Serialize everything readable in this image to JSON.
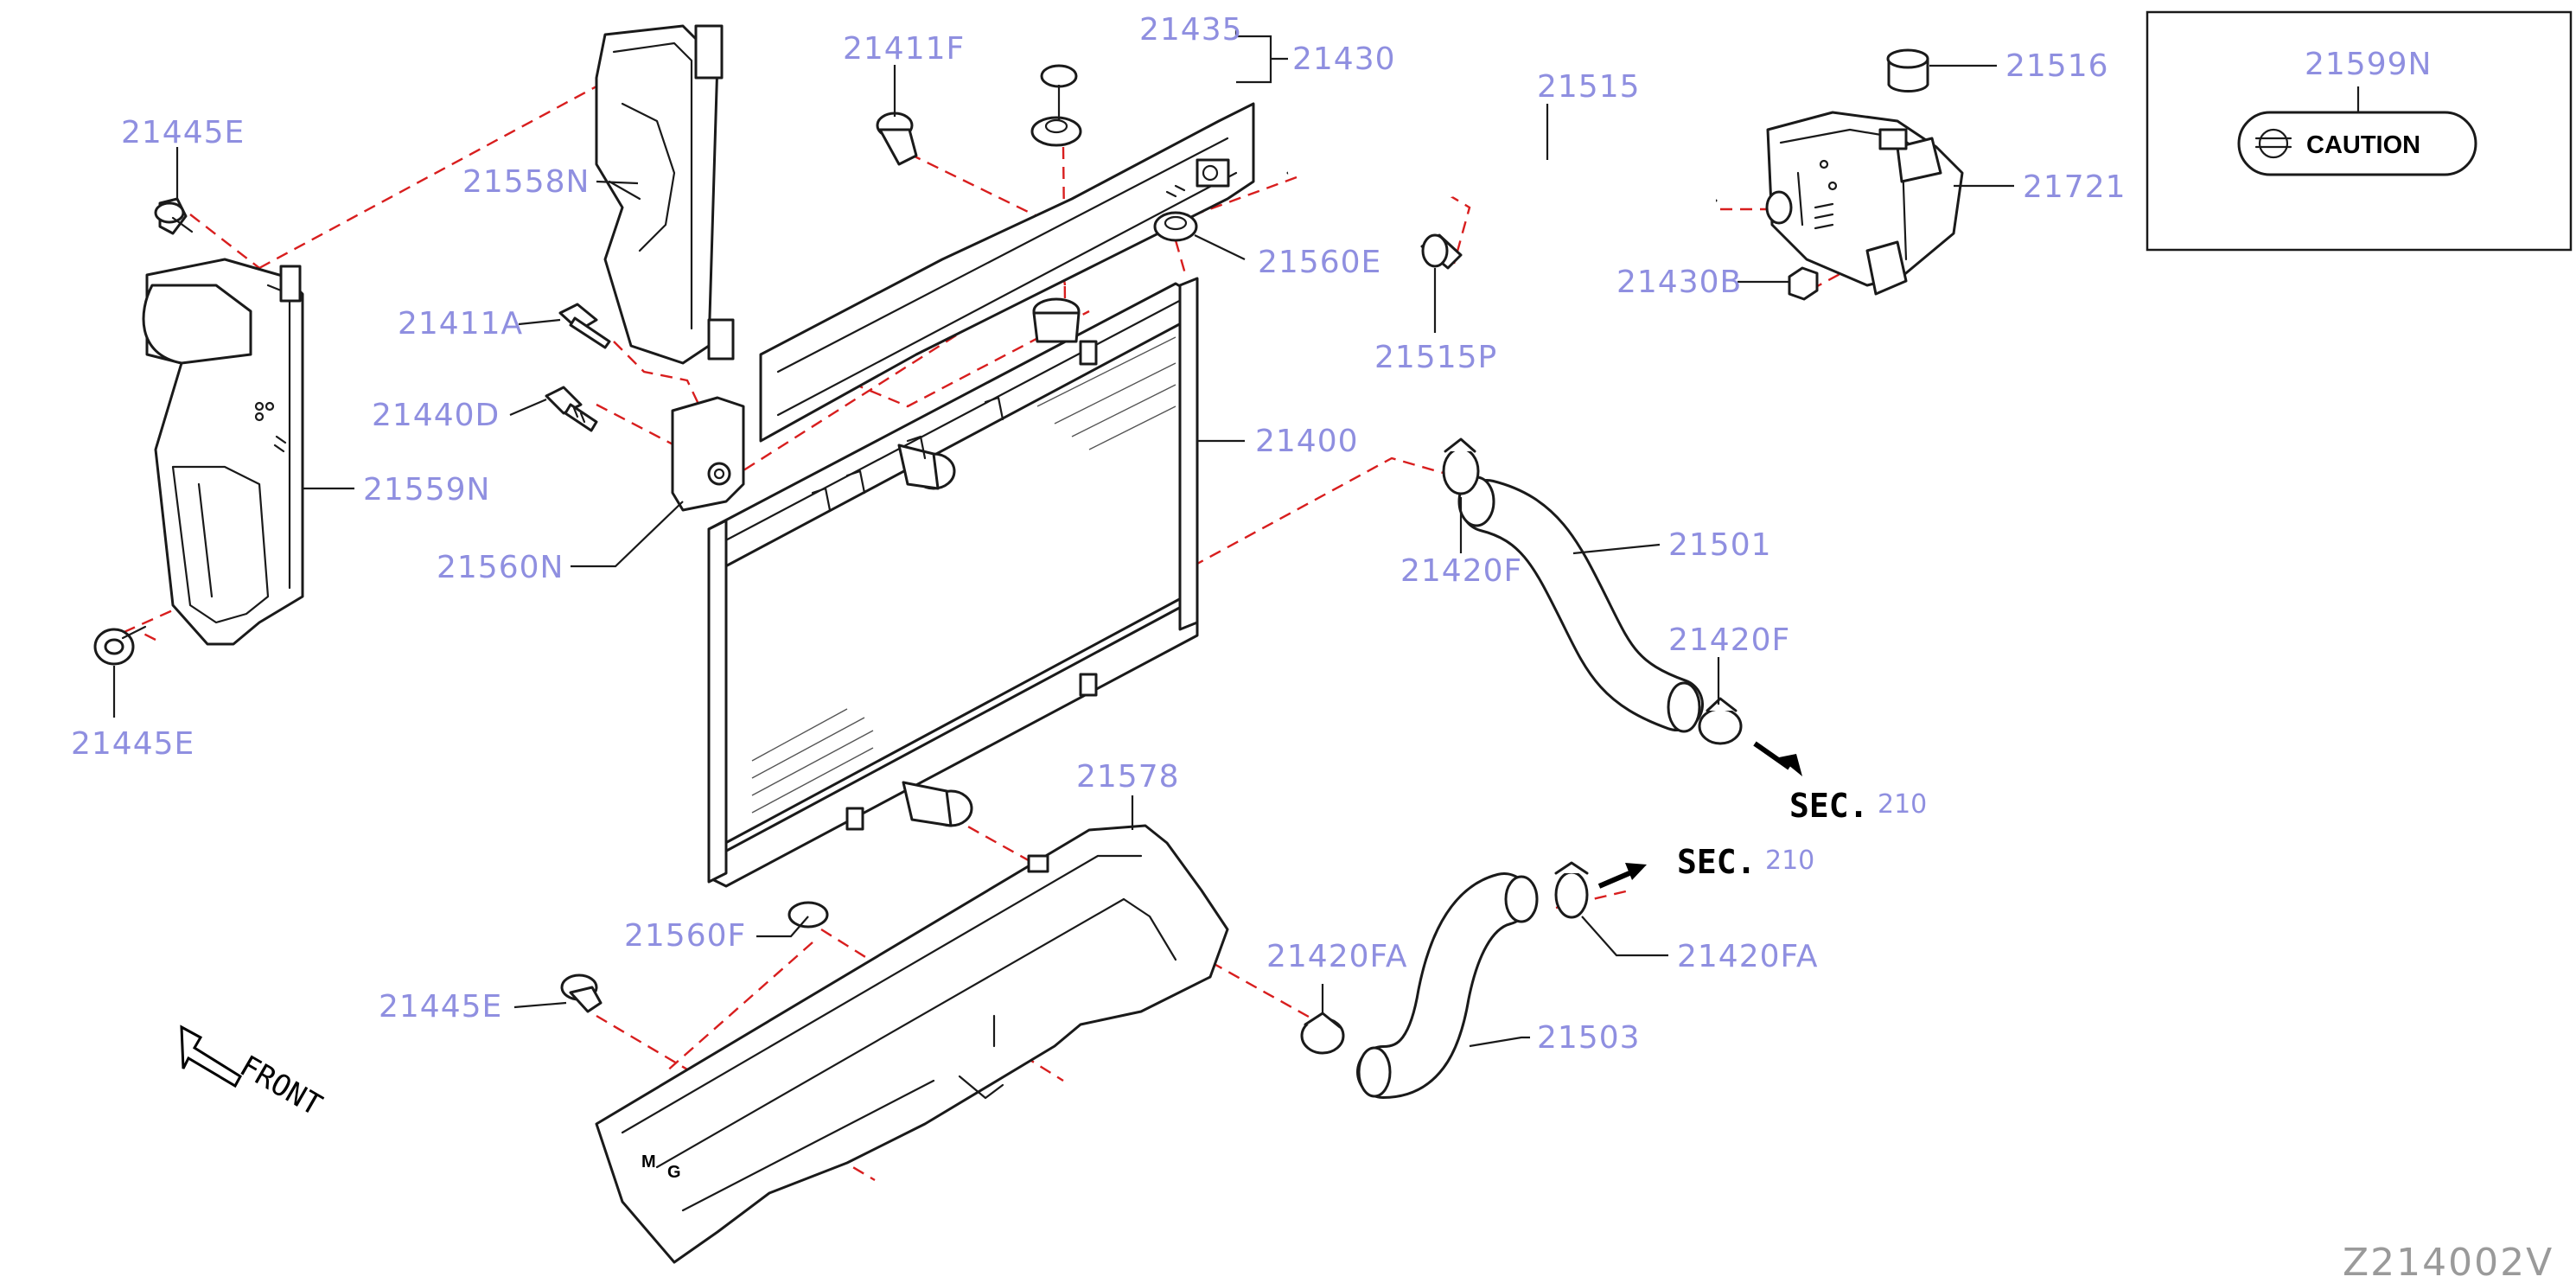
{
  "diagram_code": "Z214002V",
  "caution_label": "CAUTION",
  "front_label": "FRONT",
  "sec_refs": [
    {
      "label": "SEC.",
      "number": "210"
    },
    {
      "label": "SEC.",
      "number": "210"
    }
  ],
  "parts": {
    "p_21599N": "21599N",
    "p_21445E_top": "21445E",
    "p_21558N": "21558N",
    "p_21411F": "21411F",
    "p_21435": "21435",
    "p_21430": "21430",
    "p_21515": "21515",
    "p_21516": "21516",
    "p_21721": "21721",
    "p_21430B": "21430B",
    "p_21560E": "21560E",
    "p_21515P": "21515P",
    "p_21411A": "21411A",
    "p_21440D": "21440D",
    "p_21559N": "21559N",
    "p_21400": "21400",
    "p_21560N": "21560N",
    "p_21420F_a": "21420F",
    "p_21501": "21501",
    "p_21420F_b": "21420F",
    "p_21445E_mid": "21445E",
    "p_21578": "21578",
    "p_21560F": "21560F",
    "p_21420FA_a": "21420FA",
    "p_21420FA_b": "21420FA",
    "p_21445E_bot": "21445E",
    "p_21503": "21503"
  }
}
